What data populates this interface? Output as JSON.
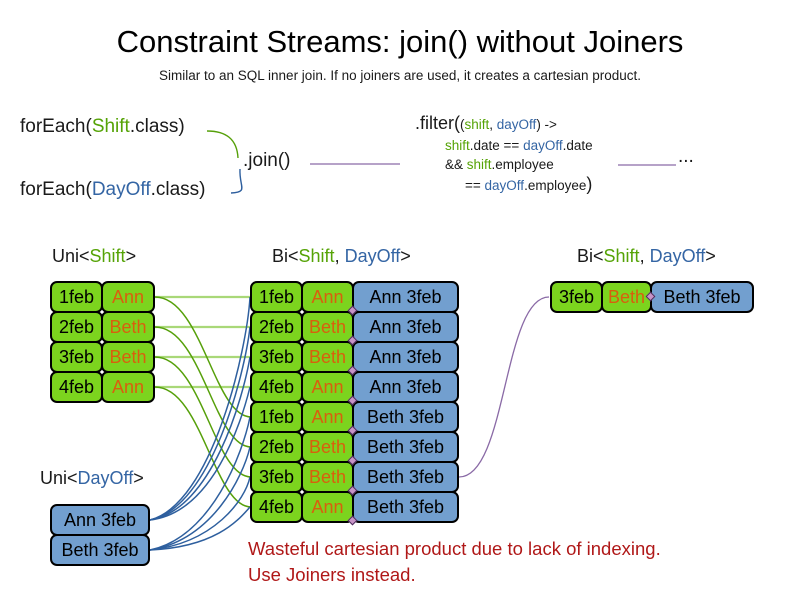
{
  "title": "Constraint Streams: join() without Joiners",
  "subtitle": "Similar to an SQL inner join. If no joiners are used, it creates a cartesian product.",
  "code": {
    "foreach_shift": {
      "pre": "forEach(",
      "cls": "Shift",
      "post": ".class)"
    },
    "foreach_dayoff": {
      "pre": "forEach(",
      "cls": "DayOff",
      "post": ".class)"
    },
    "join": ".join()",
    "ellipsis": "...",
    "filter": {
      "l1_fn": ".filter(",
      "l1_open": "(",
      "l1_shift": "shift",
      "l1_comma": ", ",
      "l1_dayoff": "dayOff",
      "l1_arrow": ") ->",
      "l2_shift": "shift",
      "l2_mid": ".date == ",
      "l2_dayoff": "dayOff",
      "l2_end": ".date",
      "l3_and": "&& ",
      "l3_shift": "shift",
      "l3_end": ".employee",
      "l4_eq": "== ",
      "l4_dayoff": "dayOff",
      "l4_end": ".employee",
      "l4_close": ")"
    }
  },
  "headers": {
    "uni_shift": {
      "pre": "Uni<",
      "type1": "Shift",
      "post": ">"
    },
    "uni_dayoff": {
      "pre": "Uni<",
      "type1": "DayOff",
      "post": ">"
    },
    "bi": {
      "pre": "Bi<",
      "type1": "Shift",
      "sep": ", ",
      "type2": "DayOff",
      "post": ">"
    }
  },
  "tables": {
    "uni_shift": [
      {
        "date": "1feb",
        "employee": "Ann"
      },
      {
        "date": "2feb",
        "employee": "Beth"
      },
      {
        "date": "3feb",
        "employee": "Beth"
      },
      {
        "date": "4feb",
        "employee": "Ann"
      }
    ],
    "uni_dayoff": [
      {
        "label": "Ann 3feb"
      },
      {
        "label": "Beth 3feb"
      }
    ],
    "bi_cartesian": [
      {
        "date": "1feb",
        "employee": "Ann",
        "dayoff": "Ann 3feb"
      },
      {
        "date": "2feb",
        "employee": "Beth",
        "dayoff": "Ann 3feb"
      },
      {
        "date": "3feb",
        "employee": "Beth",
        "dayoff": "Ann 3feb"
      },
      {
        "date": "4feb",
        "employee": "Ann",
        "dayoff": "Ann 3feb"
      },
      {
        "date": "1feb",
        "employee": "Ann",
        "dayoff": "Beth 3feb"
      },
      {
        "date": "2feb",
        "employee": "Beth",
        "dayoff": "Beth 3feb"
      },
      {
        "date": "3feb",
        "employee": "Beth",
        "dayoff": "Beth 3feb"
      },
      {
        "date": "4feb",
        "employee": "Ann",
        "dayoff": "Beth 3feb"
      }
    ],
    "bi_result": [
      {
        "date": "3feb",
        "employee": "Beth",
        "dayoff": "Beth 3feb"
      }
    ]
  },
  "warning": {
    "line1": "Wasteful cartesian product due to lack of indexing.",
    "line2": "Use Joiners instead."
  },
  "colors": {
    "green_fill": "#7cd41e",
    "blue_fill": "#729fcf",
    "orange_text": "#d95f0e",
    "green_text": "#55a306",
    "blue_text": "#3465a4",
    "purple_line": "#8a6aa6",
    "red_text": "#b01818",
    "light_green_line": "#a9d878",
    "dark_green_line": "#56a00a",
    "blue_line": "#2e5f9e"
  }
}
